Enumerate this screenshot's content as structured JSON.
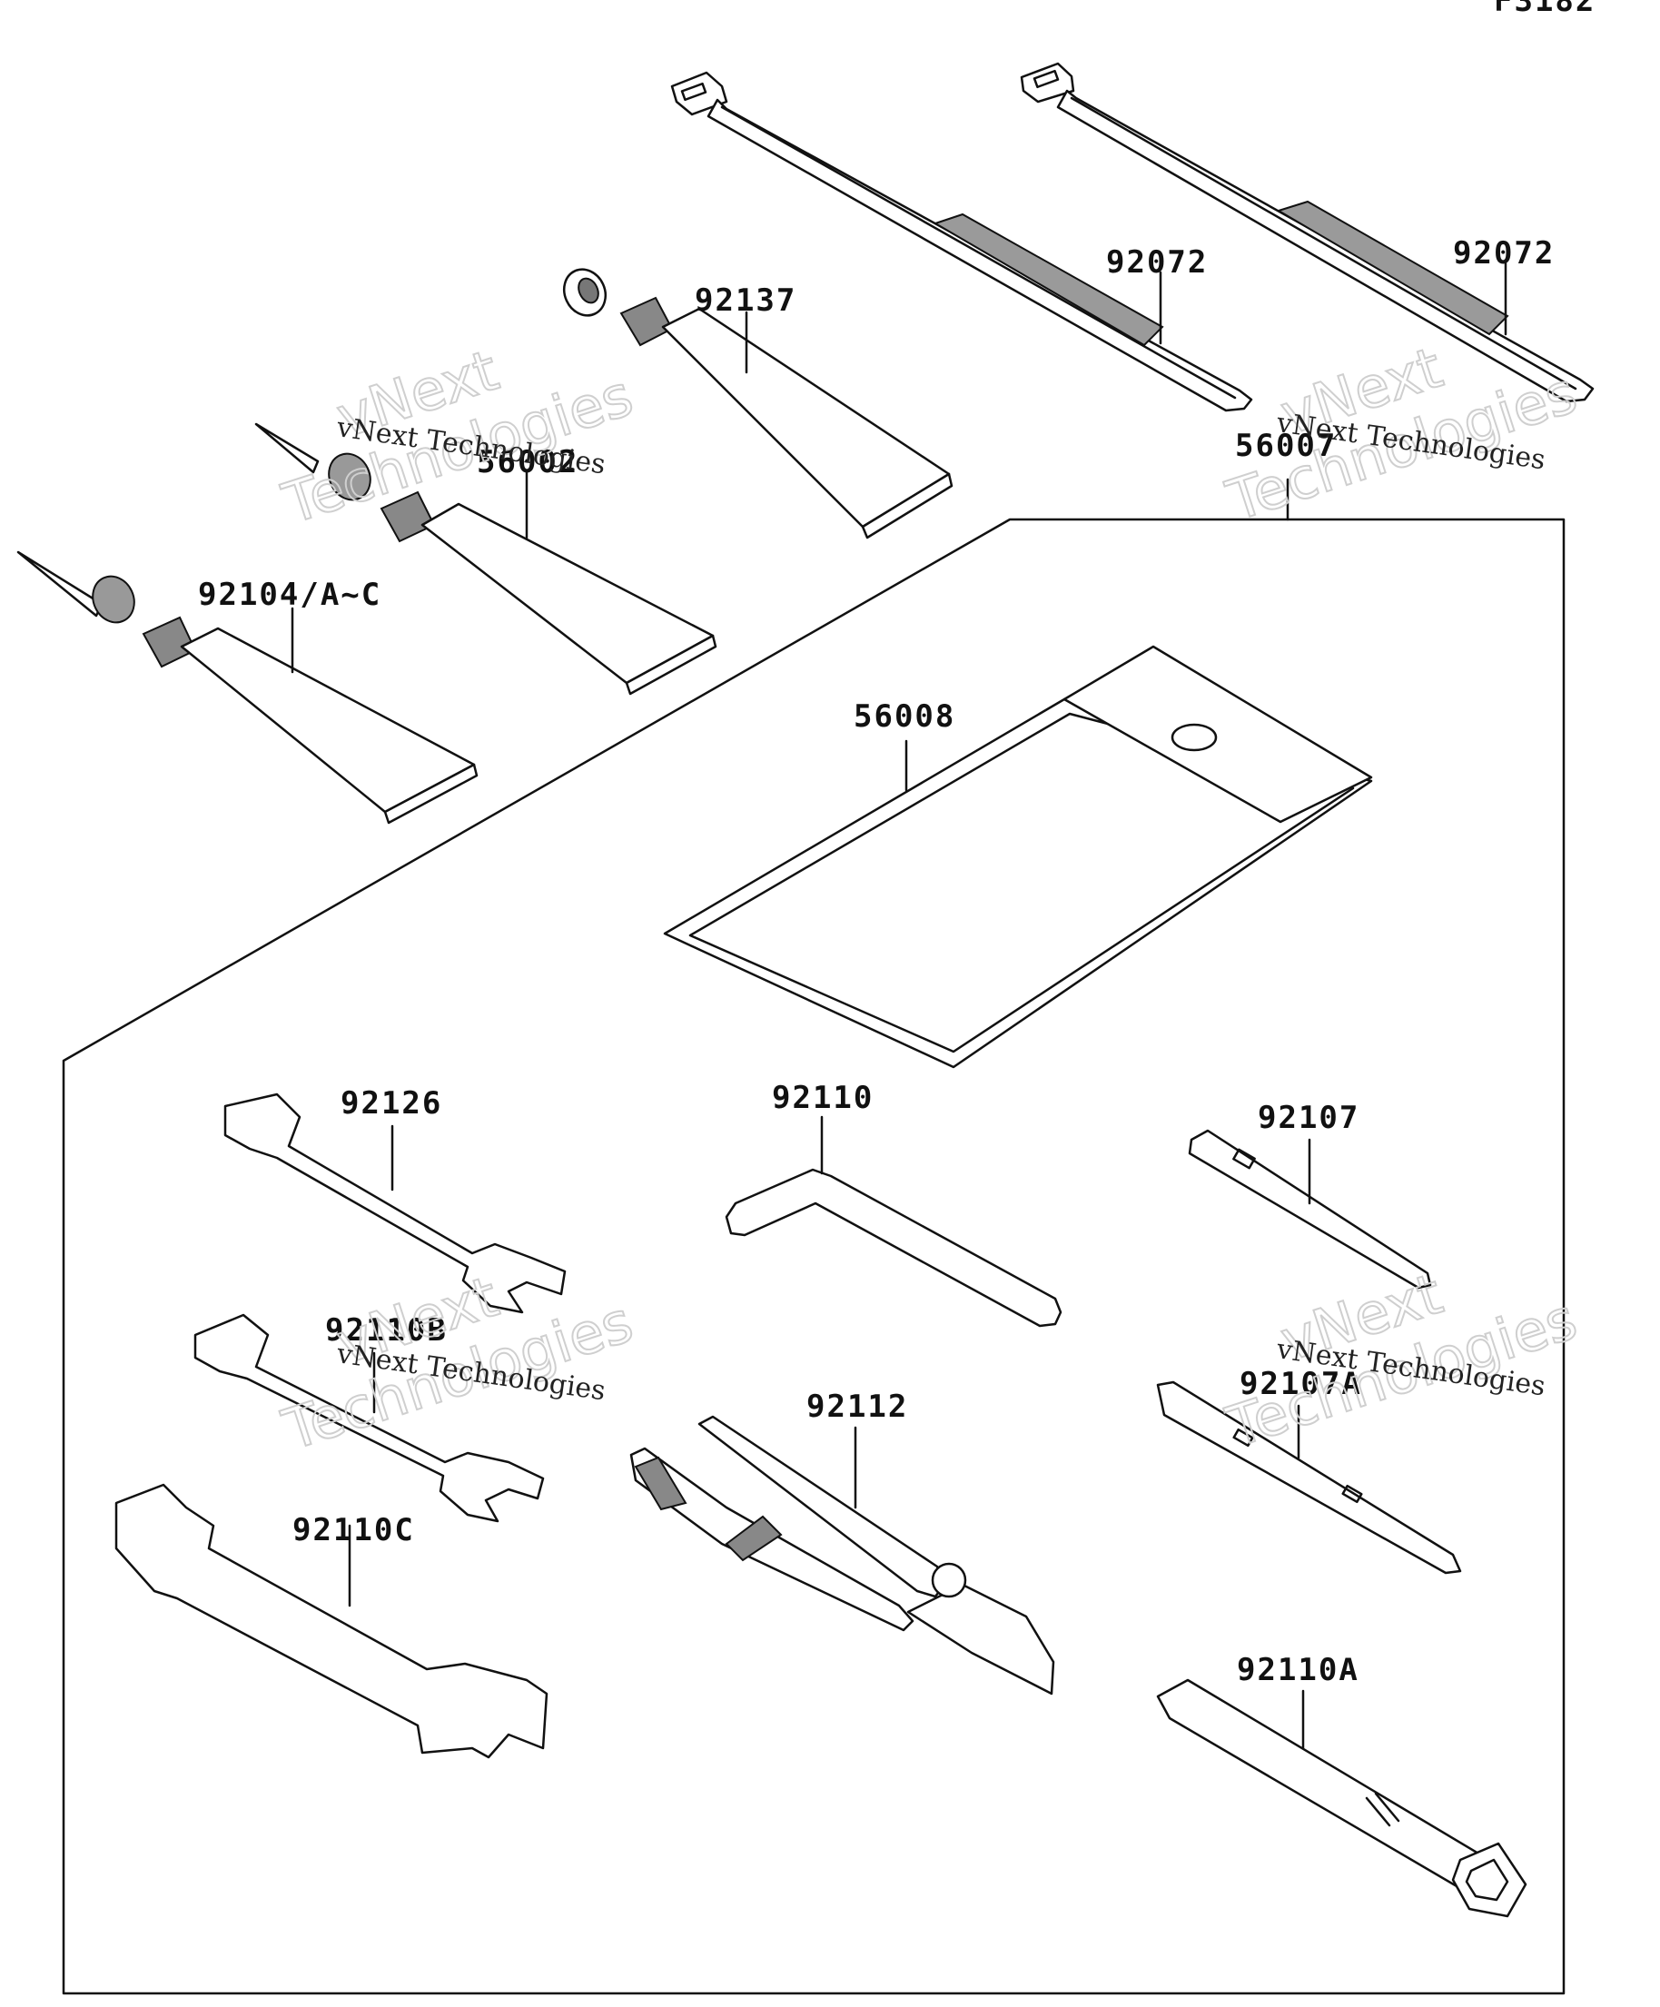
{
  "figure_code": "F3182",
  "parts": {
    "tie_left": "92072",
    "tie_right": "92072",
    "tube_top": "92137",
    "tube_middle": "56002",
    "tube_bottom": "92104/A~C",
    "toolkit": "56007",
    "pouch": "56008",
    "wrench_1": "92126",
    "wrench_2": "92110B",
    "wrench_3": "92110C",
    "hex_key": "92110",
    "pliers": "92112",
    "screwdriver_1": "92107",
    "screwdriver_2": "92107A",
    "box_wrench": "92110A"
  },
  "watermark": {
    "line1": "vNext",
    "line2": "Technologies",
    "full": "vNext Technologies"
  }
}
